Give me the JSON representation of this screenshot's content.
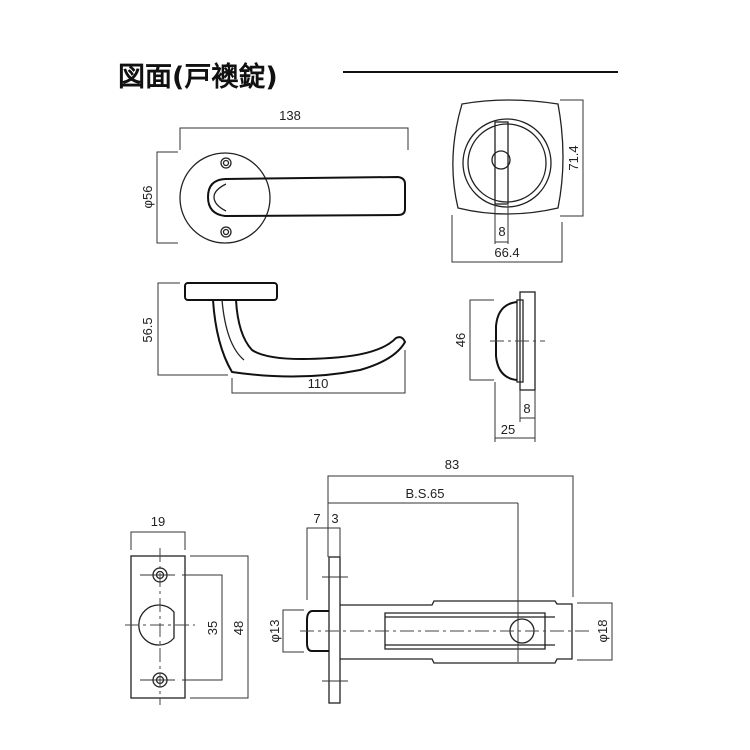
{
  "title": "図面(戸襖錠)",
  "lever_front": {
    "length": "138",
    "rose_diameter": "φ56"
  },
  "rose_front": {
    "height": "71.4",
    "slot_width": "8",
    "width": "66.4"
  },
  "lever_side": {
    "height": "56.5",
    "projection": "110"
  },
  "turn_side": {
    "height": "46",
    "plate": "8",
    "depth": "25"
  },
  "strike": {
    "width": "19",
    "pitch": "35",
    "height": "48"
  },
  "latch": {
    "length": "83",
    "backset": "B.S.65",
    "dim_a": "7",
    "dim_b": "3",
    "bolt_diameter": "φ13",
    "case_diameter": "φ18"
  }
}
